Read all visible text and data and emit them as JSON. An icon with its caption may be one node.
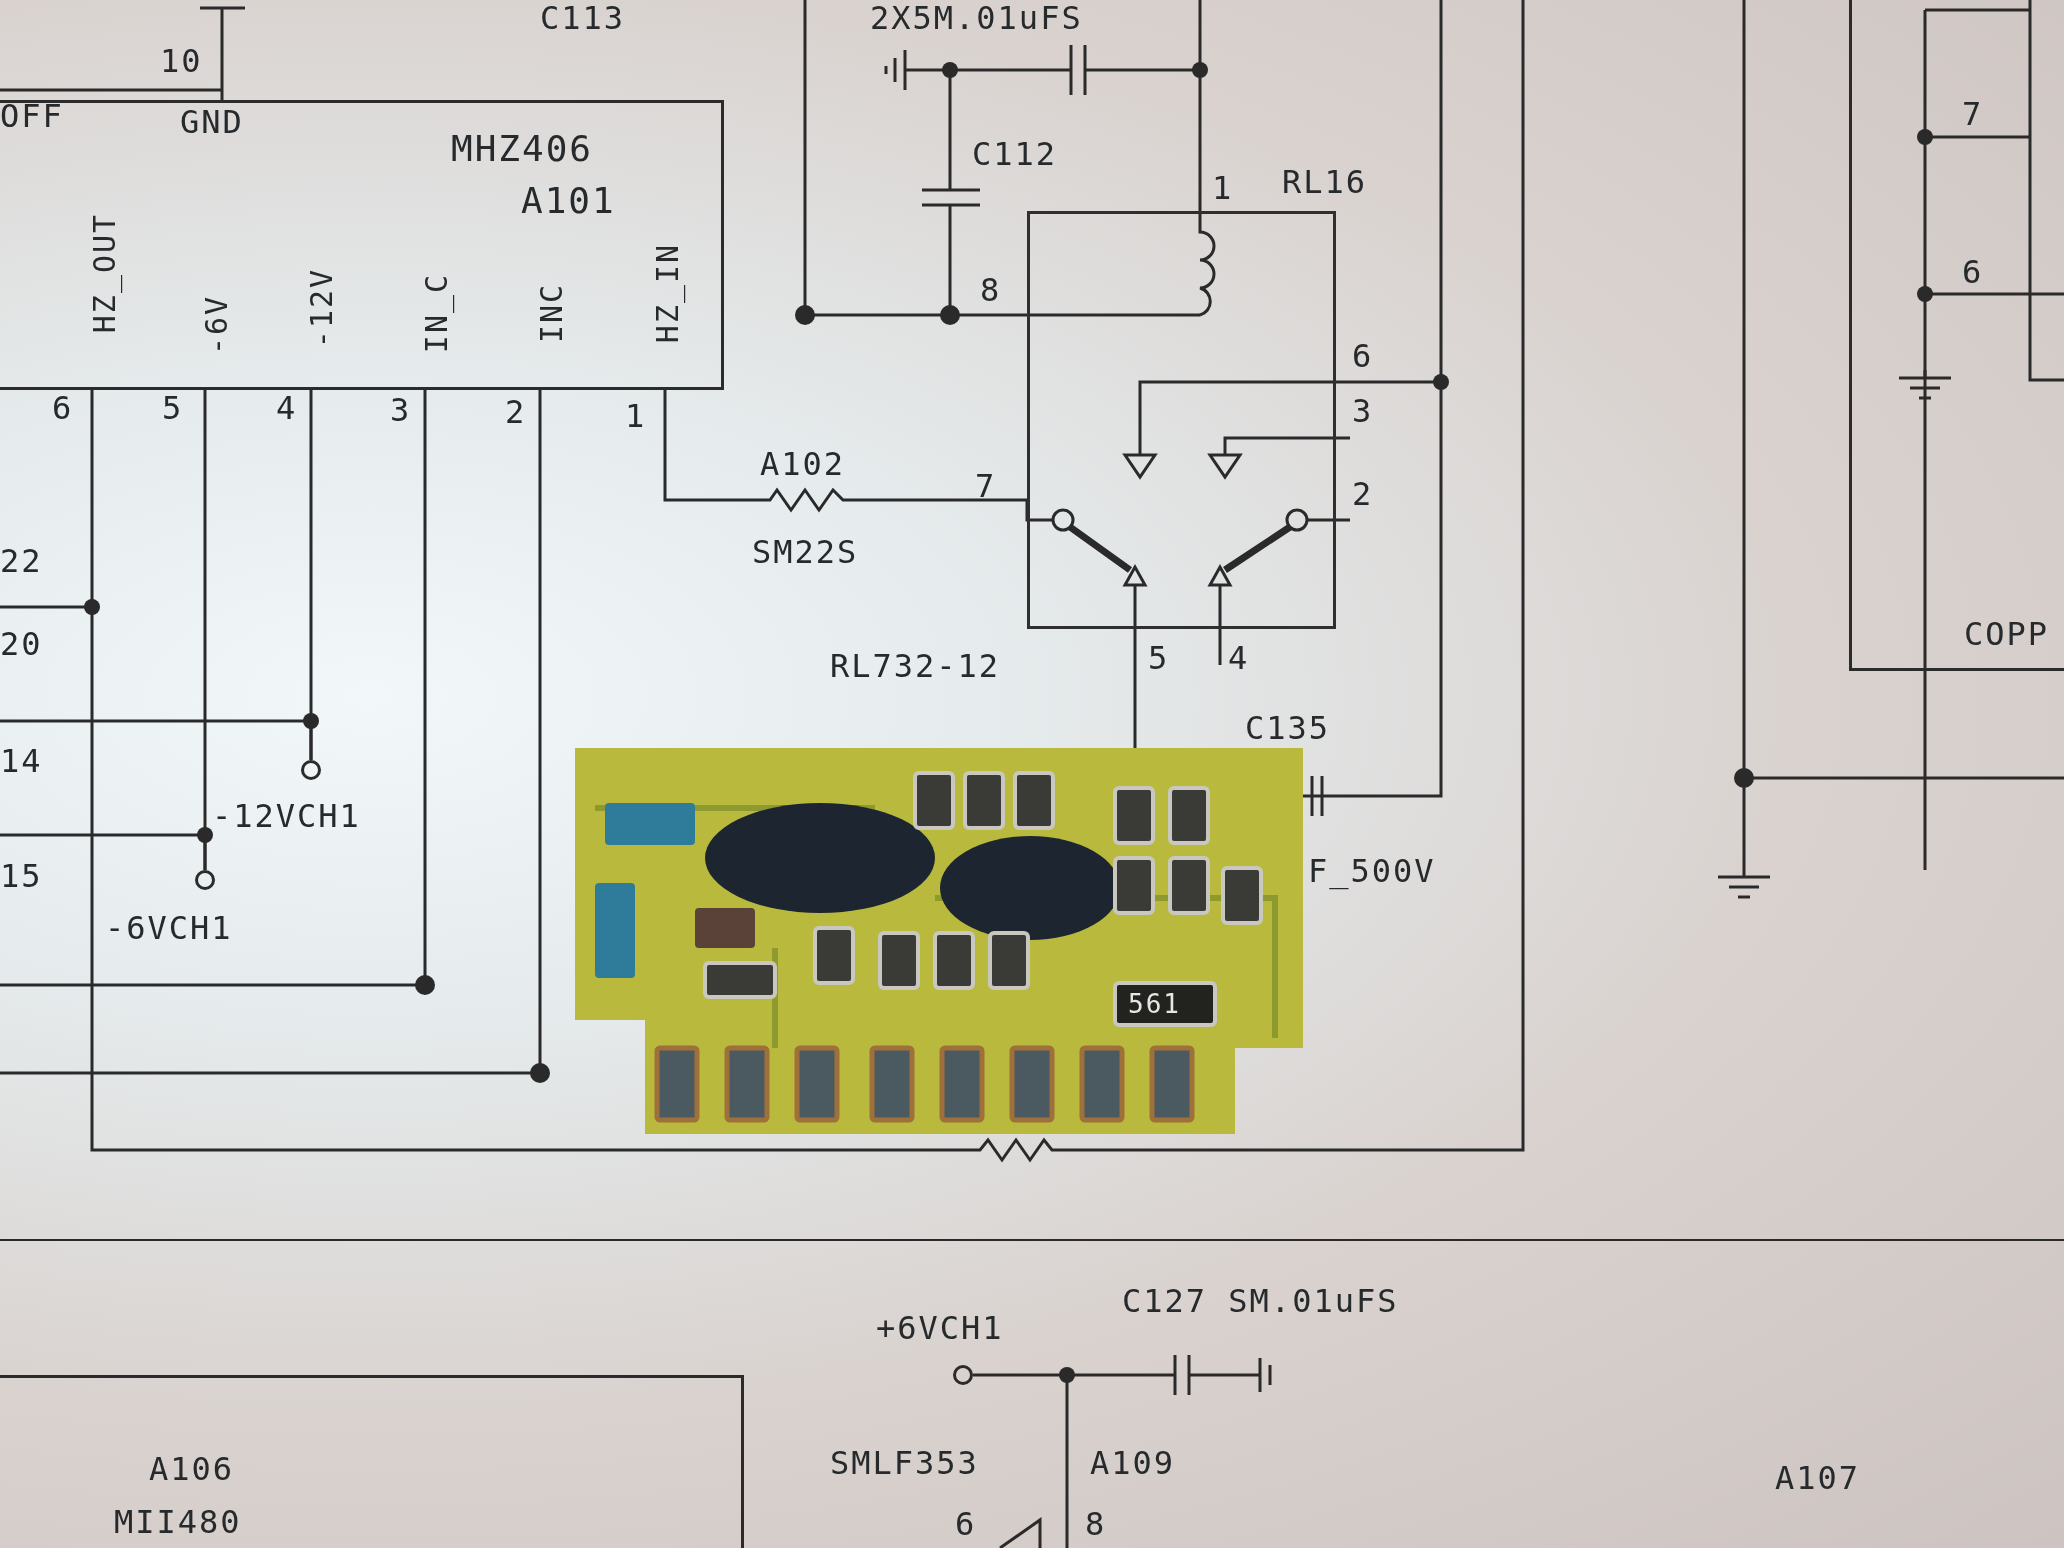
{
  "diagram": {
    "nodes": [
      {
        "text": [
          "MHZ406",
          "A101",
          "HZ_OUT",
          "-6V",
          "-12V",
          "IN_C",
          "INC",
          "HZ_IN"
        ]
      },
      {
        "text": [
          "RL16"
        ],
        "beside": [
          "RL732-12"
        ]
      },
      {
        "text": [],
        "shape": "circle",
        "beside": [
          "-12VCH1"
        ]
      },
      {
        "text": [],
        "shape": "circle",
        "beside": [
          "-6VCH1"
        ]
      },
      {
        "text": [],
        "shape": "circle",
        "beside": [
          "+6VCH1"
        ]
      },
      {
        "text": [
          "A106",
          "MII480"
        ]
      },
      {
        "text": [
          "COPP"
        ]
      },
      {
        "text": [],
        "shape": "picture"
      }
    ],
    "edges": [
      {
        "from": 0,
        "to": 2,
        "arrow": "none"
      },
      {
        "from": 0,
        "to": 3,
        "arrow": "none"
      },
      {
        "from": 0,
        "to": 1,
        "arrow": "none"
      },
      {
        "from": 1,
        "to": 7,
        "arrow": "none"
      },
      {
        "from": 1,
        "to": 7,
        "arrow": "none"
      }
    ],
    "labels": [
      "C113",
      "10",
      "OFF",
      "GND",
      "6",
      "5",
      "4",
      "3",
      "2",
      "1",
      "22",
      "20",
      "14",
      "15",
      "2X5M.01uFS",
      "C112",
      "1",
      "8",
      "6",
      "3",
      "A102",
      "7",
      "2",
      "SM22S",
      "5",
      "4",
      "C135",
      "F_500V",
      "7",
      "6",
      "C127 SM.01uFS",
      "SMLF353",
      "A109",
      "6",
      "8",
      "A107",
      "561"
    ]
  }
}
